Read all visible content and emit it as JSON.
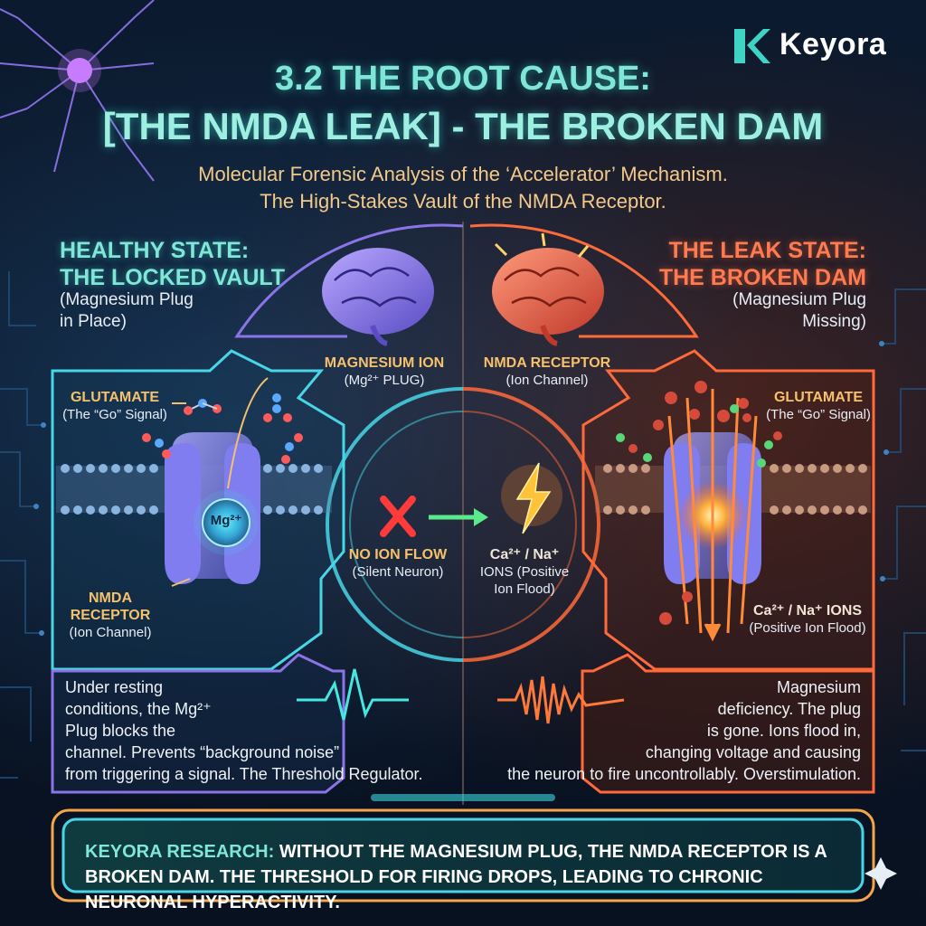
{
  "brand": {
    "name": "Keyora",
    "logo_icon": "k-logo-icon"
  },
  "title": {
    "line1": "3.2 THE ROOT CAUSE:",
    "line2": "[THE NMDA LEAK] - THE BROKEN DAM"
  },
  "subtitle": {
    "line1": "Molecular Forensic Analysis of the ‘Accelerator’ Mechanism.",
    "line2": "The High-Stakes Vault of the NMDA Receptor."
  },
  "healthy": {
    "heading_line1": "HEALTHY STATE:",
    "heading_line2": "THE LOCKED VAULT",
    "note_line1": "(Magnesium Plug",
    "note_line2": "in Place)",
    "mg_label": "MAGNESIUM ION",
    "mg_sub": "(Mg²⁺ PLUG)",
    "glutamate_label": "GLUTAMATE",
    "glutamate_sub": "(The “Go” Signal)",
    "ion_badge": "Mg²⁺",
    "receptor_label_line1": "NMDA",
    "receptor_label_line2": "RECEPTOR",
    "receptor_sub": "(Ion Channel)",
    "description": [
      "Under resting",
      "conditions, the Mg²⁺",
      "Plug blocks the",
      "channel. Prevents “background noise”",
      "from triggering a signal. The Threshold Regulator."
    ]
  },
  "center": {
    "no_flow_label": "NO ION FLOW",
    "no_flow_sub": "(Silent Neuron)",
    "ions_line1": "Ca²⁺ / Na⁺",
    "ions_line2": "IONS (Positive",
    "ions_line3": "Ion Flood)"
  },
  "leak": {
    "heading_line1": "THE LEAK STATE:",
    "heading_line2": "THE BROKEN DAM",
    "note_line1": "(Magnesium Plug",
    "note_line2": "Missing)",
    "receptor_label": "NMDA RECEPTOR",
    "receptor_sub": "(Ion Channel)",
    "glutamate_label": "GLUTAMATE",
    "glutamate_sub": "(The “Go” Signal)",
    "ions_label": "Ca²⁺ / Na⁺ IONS",
    "ions_sub": "(Positive Ion Flood)",
    "description": [
      "Magnesium",
      "deficiency. The plug",
      "is gone. Ions flood in,",
      "changing voltage and causing",
      "the neuron to fire uncontrollably. Overstimulation."
    ]
  },
  "banner": {
    "accent": "KEYORA RESEARCH:",
    "main": "WITHOUT THE MAGNESIUM PLUG, THE NMDA RECEPTOR",
    "rest": "IS A BROKEN DAM. THE THRESHOLD FOR FIRING DROPS, LEADING TO CHRONIC NEURONAL HYPERACTIVITY."
  },
  "colors": {
    "healthy": "#48d6e6",
    "leak": "#ff6a3a",
    "gold": "#f5c16c",
    "violet": "#8a74e8"
  },
  "icons": [
    "neuron-icon",
    "brain-icon",
    "x-mark-icon",
    "arrow-right-icon",
    "lightning-icon",
    "heartbeat-icon",
    "sparkle-icon"
  ]
}
